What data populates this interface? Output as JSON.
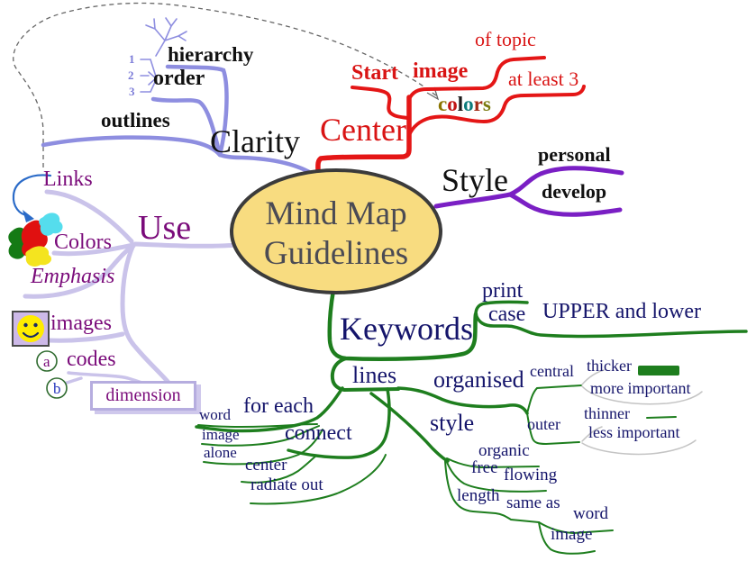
{
  "center_node": {
    "line1": "Mind Map",
    "line2": "Guidelines"
  },
  "clarity": {
    "label": "Clarity",
    "hierarchy": "hierarchy",
    "order": "order",
    "outlines": "outlines",
    "order_steps": [
      "1",
      "2",
      "3"
    ]
  },
  "center_branch": {
    "label": "Center",
    "start": "Start",
    "image": "image",
    "of_topic": "of topic",
    "at_least": "at least 3",
    "colors_letters": [
      "c",
      "o",
      "l",
      "o",
      "r",
      "s"
    ]
  },
  "style_branch": {
    "label": "Style",
    "personal": "personal",
    "develop": "develop"
  },
  "use_branch": {
    "label": "Use",
    "links": "Links",
    "colors": "Colors",
    "emphasis": "Emphasis",
    "images": "images",
    "codes": "codes",
    "code_a": "a",
    "code_b": "b",
    "dimension": "dimension"
  },
  "keywords": {
    "label": "Keywords",
    "print": "print",
    "case": "case",
    "upper_lower": "UPPER and lower",
    "lines": "lines",
    "for_each": "for each",
    "word": "word",
    "image": "image",
    "alone": "alone",
    "connect": "connect",
    "center": "center",
    "radiate_out": "radiate out",
    "organised": "organised",
    "central": "central",
    "thicker": "thicker",
    "more_important": "more important",
    "outer": "outer",
    "thinner": "thinner",
    "less_important": "less important",
    "style": "style",
    "organic": "organic",
    "free": "free",
    "flowing": "flowing",
    "length": "length",
    "same_as": "same as",
    "word2": "word",
    "image2": "image"
  },
  "palette": {
    "node_fill": "#f8dc80",
    "node_border": "#3b3b3b",
    "node_text": "#4b4b54",
    "clarity_branch": "#8e8ee0",
    "center_branch": "#e41616",
    "red_text": "#d91414",
    "style_branch": "#7a1fc4",
    "use_branch": "#cac3ea",
    "purple_text": "#7a0b7a",
    "keywords_branch": "#1e7e1e",
    "navy_text": "#15156b",
    "gray_line": "#c4c4c4",
    "dashed_line": "#666666",
    "arrow_blue": "#2b6bc8",
    "blob_green": "#157a15",
    "blob_red": "#e01010",
    "blob_cyan": "#55dded",
    "blob_yellow": "#f4e41f",
    "smiley_face": "#ffec00",
    "smiley_box": "#cdb9e8",
    "code_circle": "#2f6b2f",
    "colors_letter_colors": [
      "#8a7400",
      "#c01414",
      "#1a1a1a",
      "#0c7c7c",
      "#a02a14",
      "#7a7a10"
    ]
  }
}
